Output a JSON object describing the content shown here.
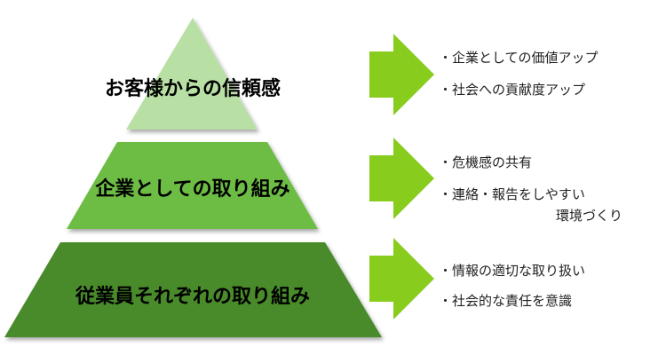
{
  "colors": {
    "tier_top": "#b9e0a4",
    "tier_middle": "#6dbd45",
    "tier_bottom": "#4a8a2c",
    "arrow": "#88cc1e"
  },
  "tiers": [
    {
      "label": "お客様からの信頼感",
      "bullets": [
        "・企業としての価値アップ",
        "・社会への貢献度アップ"
      ]
    },
    {
      "label": "企業としての取り組み",
      "bullets": [
        "・危機感の共有",
        "・連絡・報告をしやすい",
        "環境づくり"
      ]
    },
    {
      "label": "従業員それぞれの取り組み",
      "bullets": [
        "・情報の適切な取り扱い",
        "・社会的な責任を意識"
      ]
    }
  ]
}
